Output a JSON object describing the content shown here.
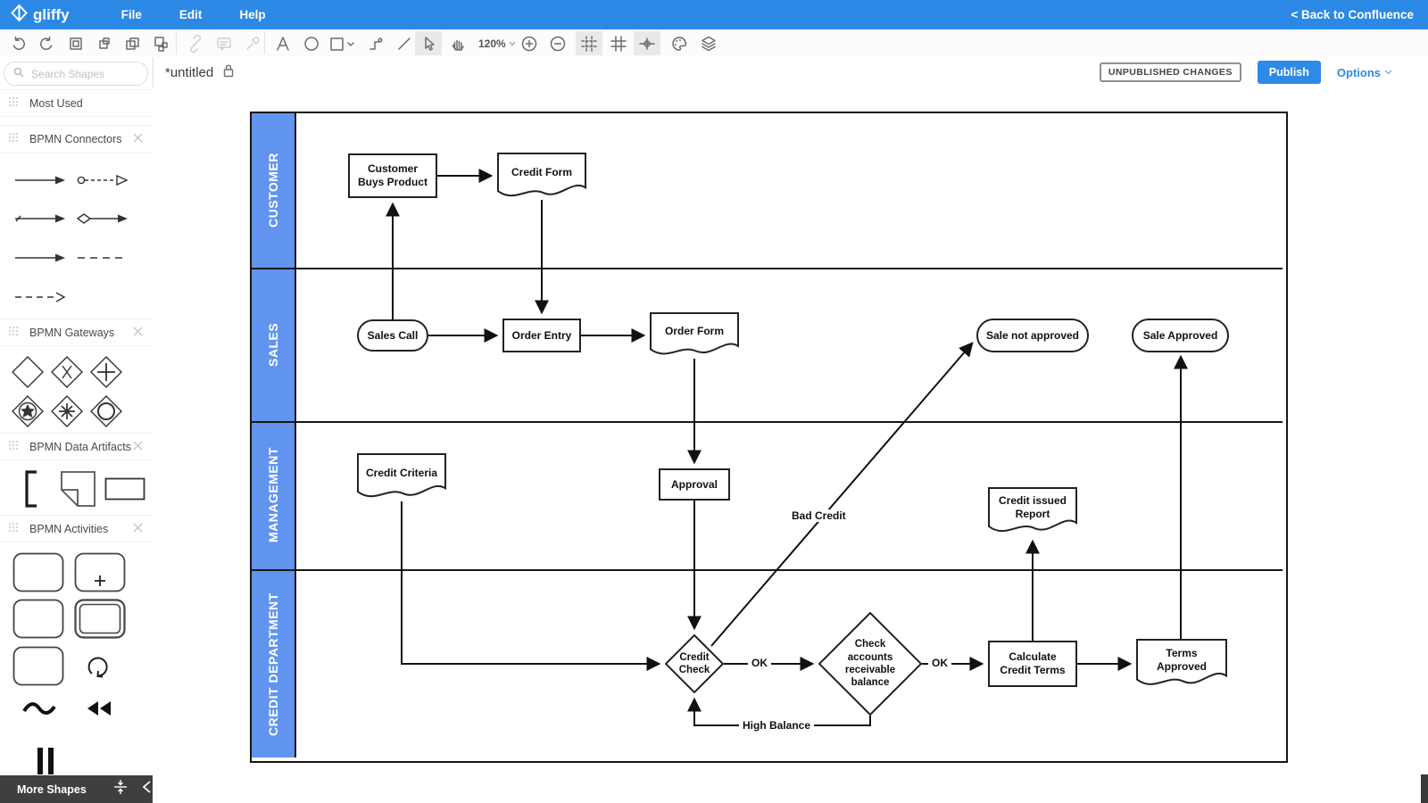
{
  "topbar": {
    "logo_text": "gliffy",
    "menus": [
      {
        "label": "File"
      },
      {
        "label": "Edit"
      },
      {
        "label": "Help"
      }
    ],
    "back_link": "< Back to Confluence"
  },
  "toolbar": {
    "zoom_level": "120%",
    "icons": [
      "undo",
      "redo",
      "group",
      "ungroup",
      "bring-to-front",
      "send-to-back",
      "link",
      "comment",
      "eyedropper",
      "text",
      "ellipse",
      "rectangle",
      "connector",
      "line",
      "pointer",
      "pan-hand",
      "zoom-level",
      "zoom-in",
      "zoom-out",
      "snap-to-grid",
      "grid",
      "drawing-guides",
      "theme-palette",
      "layers"
    ],
    "selected_tools": [
      "pointer",
      "snap-to-grid",
      "drawing-guides"
    ]
  },
  "titlebar": {
    "title": "*untitled",
    "status_badge": "UNPUBLISHED CHANGES",
    "publish_label": "Publish",
    "options_label": "Options"
  },
  "sidebar": {
    "search_placeholder": "Search Shapes",
    "sections": [
      {
        "title": "Most Used"
      },
      {
        "title": "BPMN Connectors"
      },
      {
        "title": "BPMN Gateways"
      },
      {
        "title": "BPMN Data Artifacts"
      },
      {
        "title": "BPMN Activities"
      }
    ],
    "connector_shapes": [
      "solid-arrow",
      "message-flow-circle-dashed-arrow",
      "conditional-flow-arrow",
      "default-flow-diamond-arrow",
      "sequence-flow-arrow",
      "dashed-line",
      "dashed-open-arrow"
    ],
    "gateway_shapes": [
      "exclusive-gateway",
      "event-gateway-x",
      "parallel-gateway-plus",
      "complex-start-gateway-star",
      "complex-gateway-asterisk",
      "inclusive-gateway-circle"
    ],
    "data_artifact_shapes": [
      "group-bracket",
      "data-object-page",
      "annotation-rectangle"
    ],
    "activity_shapes": [
      "task",
      "subprocess-plus",
      "task-plain",
      "transaction-double-border",
      "task-rounded",
      "loop-marker",
      "ad-hoc-tilde",
      "compensation-rewind",
      "pause-marker"
    ],
    "more_shapes_label": "More Shapes"
  },
  "diagram": {
    "lanes": [
      {
        "name": "CUSTOMER"
      },
      {
        "name": "SALES"
      },
      {
        "name": "MANAGEMENT"
      },
      {
        "name": "CREDIT DEPARTMENT"
      }
    ],
    "nodes": {
      "customer_buys_product": {
        "label": "Customer\nBuys Product",
        "type": "process"
      },
      "credit_form": {
        "label": "Credit Form",
        "type": "document"
      },
      "sales_call": {
        "label": "Sales Call",
        "type": "terminator"
      },
      "order_entry": {
        "label": "Order Entry",
        "type": "process"
      },
      "order_form": {
        "label": "Order Form",
        "type": "document"
      },
      "sale_not_approved": {
        "label": "Sale not approved",
        "type": "terminator"
      },
      "sale_approved": {
        "label": "Sale Approved",
        "type": "terminator"
      },
      "credit_criteria": {
        "label": "Credit Criteria",
        "type": "document"
      },
      "approval": {
        "label": "Approval",
        "type": "process"
      },
      "credit_issued_report": {
        "label": "Credit issued\nReport",
        "type": "document"
      },
      "credit_check": {
        "label": "Credit\nCheck",
        "type": "decision"
      },
      "check_accounts": {
        "label": "Check\naccounts\nreceivable\nbalance",
        "type": "decision"
      },
      "calculate_credit_terms": {
        "label": "Calculate\nCredit Terms",
        "type": "process"
      },
      "terms_approved": {
        "label": "Terms\nApproved",
        "type": "document"
      }
    },
    "edge_labels": {
      "ok1": "OK",
      "ok2": "OK",
      "bad_credit": "Bad Credit",
      "high_balance": "High Balance"
    }
  },
  "colors": {
    "topbar_blue": "#2b89e5",
    "lane_blue": "#6194ef",
    "publish_blue": "#2e8ae6",
    "diagram_stroke": "#161616"
  }
}
